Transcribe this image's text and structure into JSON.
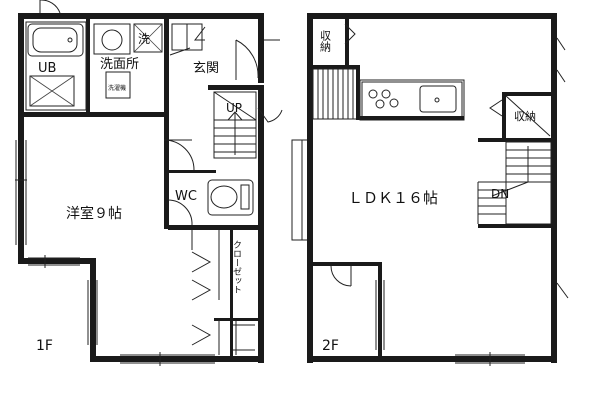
{
  "floor1": {
    "label": "1F",
    "rooms": {
      "bath": "UB",
      "washroom": "洗面所",
      "washer": "洗",
      "washer_box": "洗濯機",
      "entrance": "玄関",
      "stair_up": "UP",
      "toilet": "WC",
      "bedroom": "洋室９帖",
      "closet": "クローゼット"
    }
  },
  "floor2": {
    "label": "2F",
    "rooms": {
      "storage_left": "収納",
      "storage_right": "収納",
      "ldk": "ＬＤＫ１６帖",
      "stair_down": "DN"
    }
  }
}
